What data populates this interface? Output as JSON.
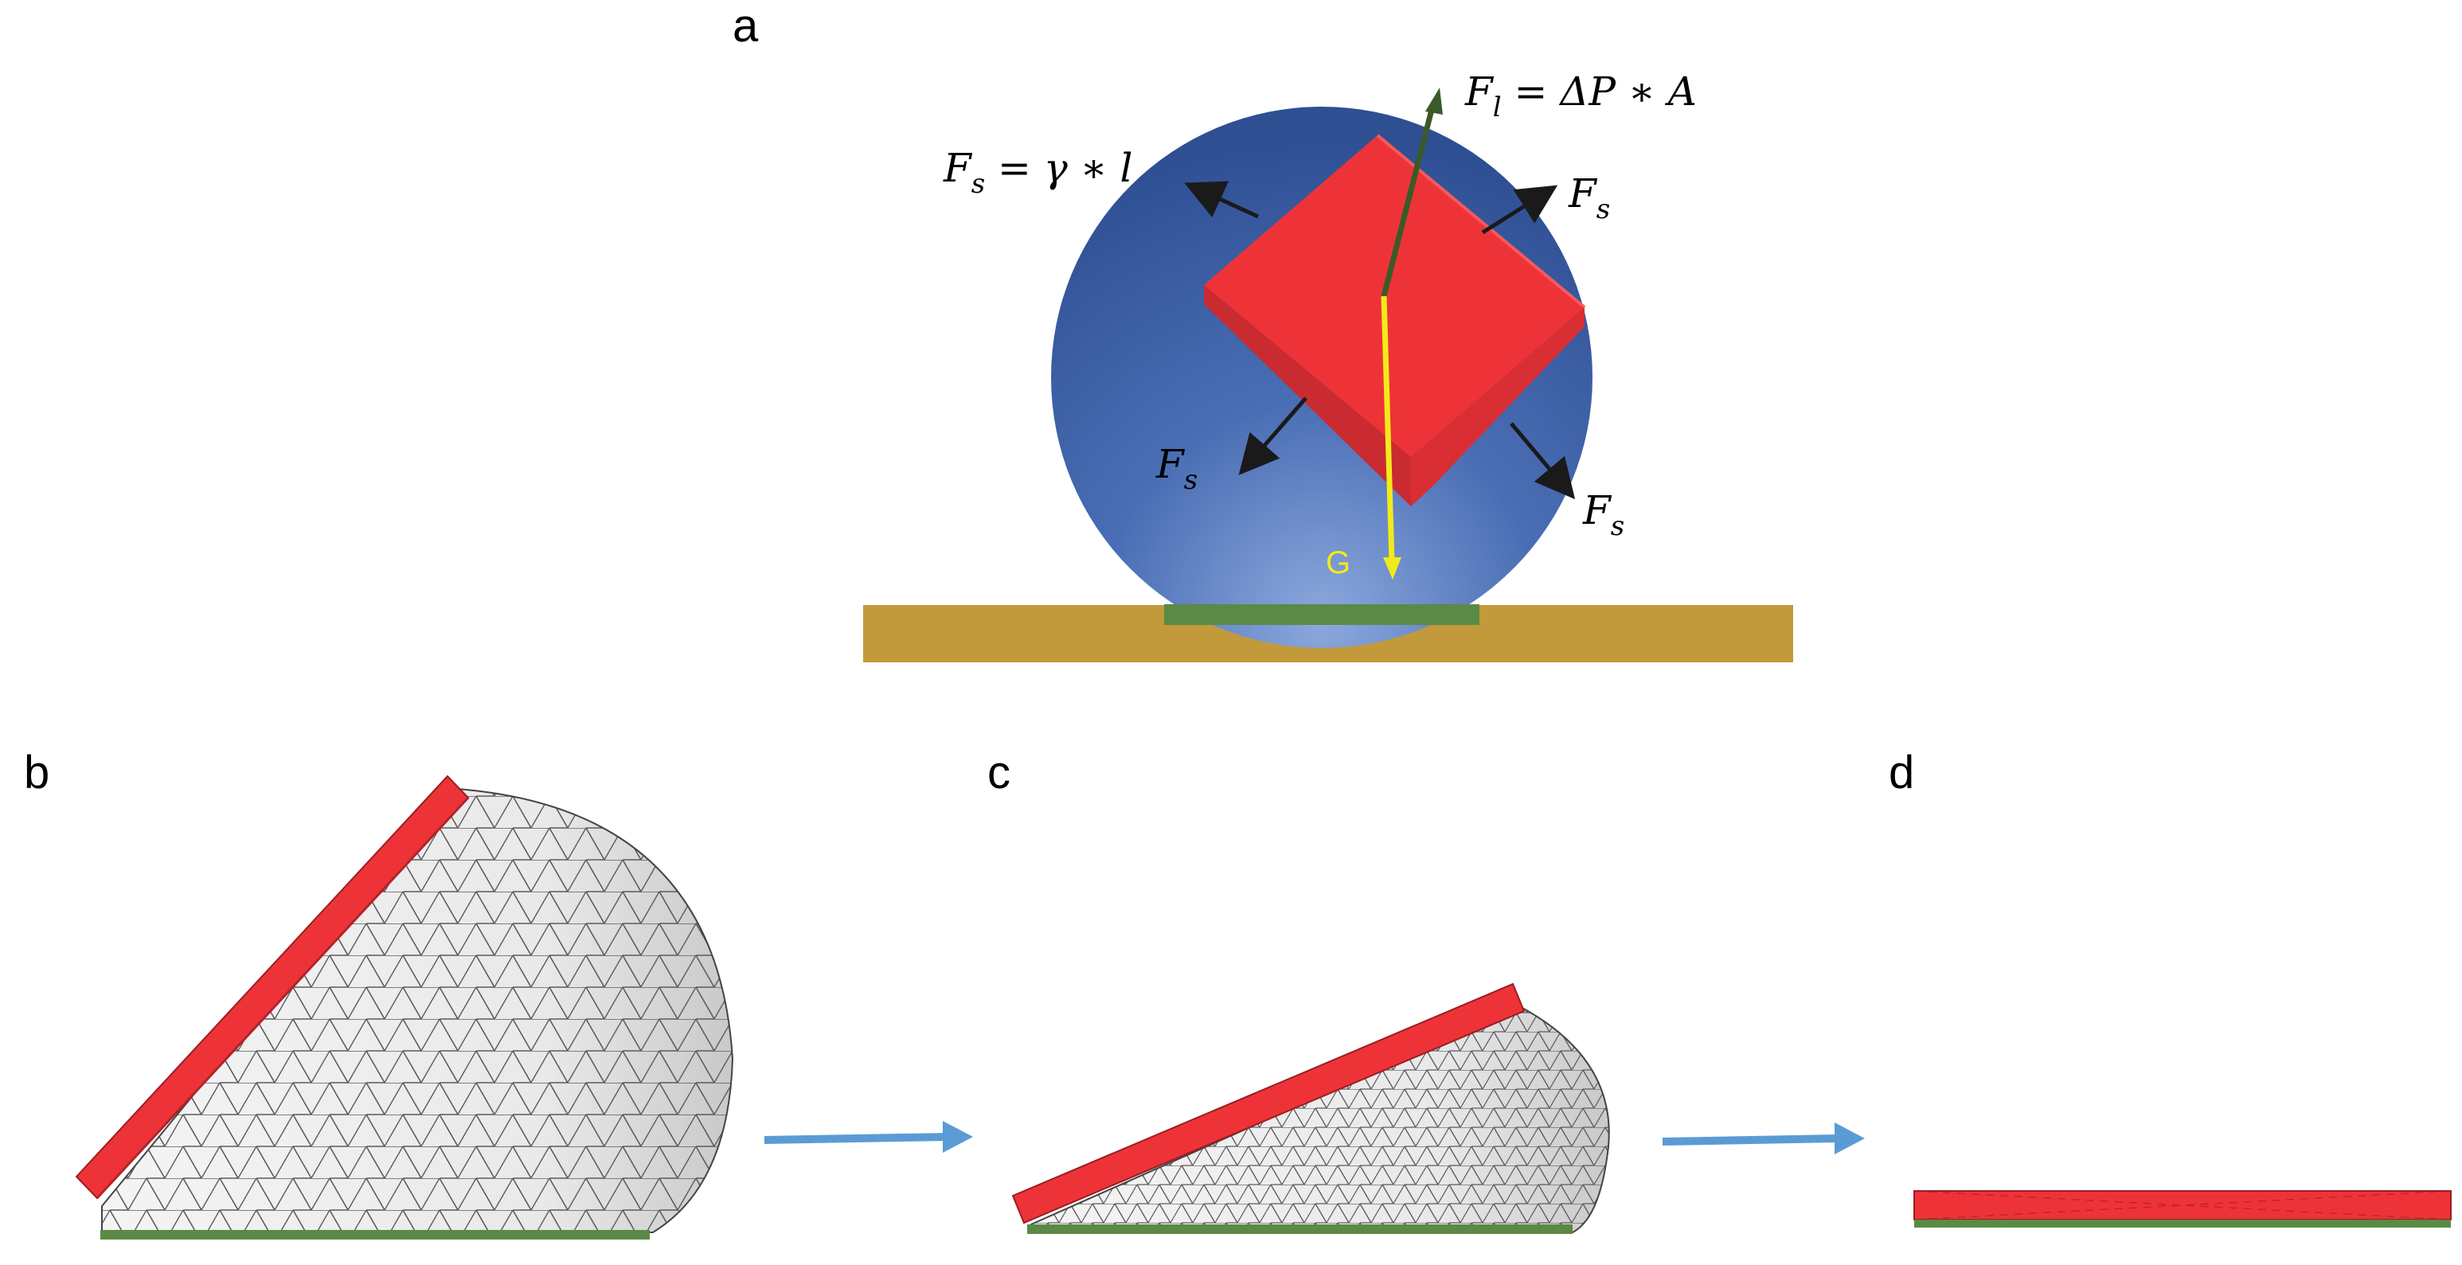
{
  "panels": {
    "a": {
      "label": "a"
    },
    "b": {
      "label": "b"
    },
    "c": {
      "label": "c"
    },
    "d": {
      "label": "d"
    }
  },
  "forces": {
    "fl_formula": "F",
    "fl_sub": "l",
    "fl_rhs": " = ΔP ∗ A",
    "fs_formula": "F",
    "fs_sub": "s",
    "fs_rhs": " = γ ∗ l",
    "fs_label": "F",
    "fs_label_sub": "s",
    "gravity": "G"
  },
  "colors": {
    "droplet": "#4a6eb5",
    "chip": "#ee3338",
    "substrate": "#c29a3c",
    "pad": "#5a8a45",
    "gravity": "#f2ea1a",
    "lift_arrow": "#3b5a28",
    "process_arrow": "#5b9bd5",
    "mesh": "#e6e6e6"
  }
}
